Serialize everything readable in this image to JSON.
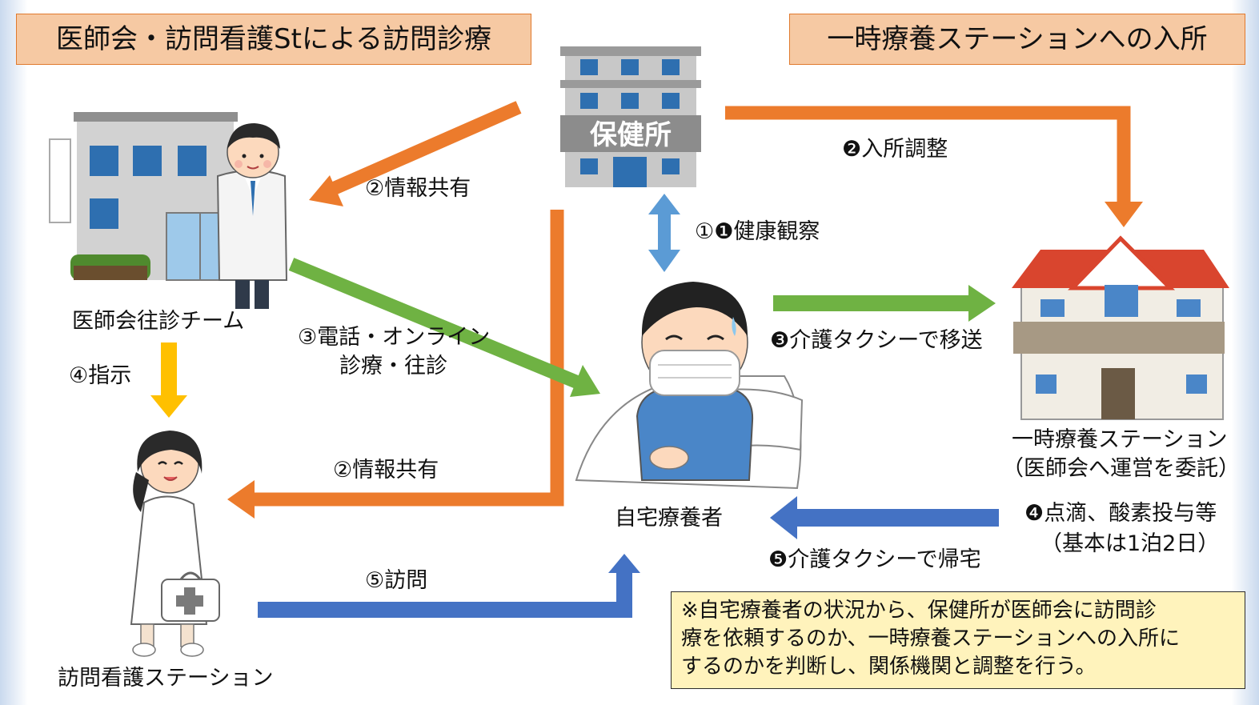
{
  "headers": {
    "left": "医師会・訪問看護Stによる訪問診療",
    "right": "一時療養ステーションへの入所"
  },
  "building_sign": "保健所",
  "nodes": {
    "doctor_team": "医師会往診チーム",
    "nurse_station": "訪問看護ステーション",
    "patient": "自宅療養者",
    "station_line1": "一時療養ステーション",
    "station_line2": "（医師会へ運営を委託）"
  },
  "edges": {
    "info_share_top": "②情報共有",
    "info_share_bottom": "②情報共有",
    "admission": "❷入所調整",
    "health_watch": "①❶健康観察",
    "telemed_line1": "③電話・オンライン",
    "telemed_line2": "診療・往診",
    "instruct": "④指示",
    "transfer": "❸介護タクシーで移送",
    "drip_line1": "❹点滴、酸素投与等",
    "drip_line2": "（基本は1泊2日）",
    "return_home": "❺介護タクシーで帰宅",
    "visit": "⑤訪問"
  },
  "note_lines": [
    "※自宅療養者の状況から、保健所が医師会に訪問診",
    "療を依頼するのか、一時療養ステーションへの入所に",
    "するのかを判断し、関係機関と調整を行う。"
  ],
  "colors": {
    "orange": "#ec7b2c",
    "green": "#6fb243",
    "blue_arrow": "#4472c4",
    "light_blue": "#5b9bd5",
    "yellow": "#ffc000",
    "header_fill": "#f6c9a3",
    "note_fill": "#fff3bc"
  },
  "icons": [
    "health-center-building-icon",
    "clinic-building-icon",
    "doctor-icon",
    "nurse-icon",
    "sick-patient-icon",
    "station-house-icon"
  ]
}
